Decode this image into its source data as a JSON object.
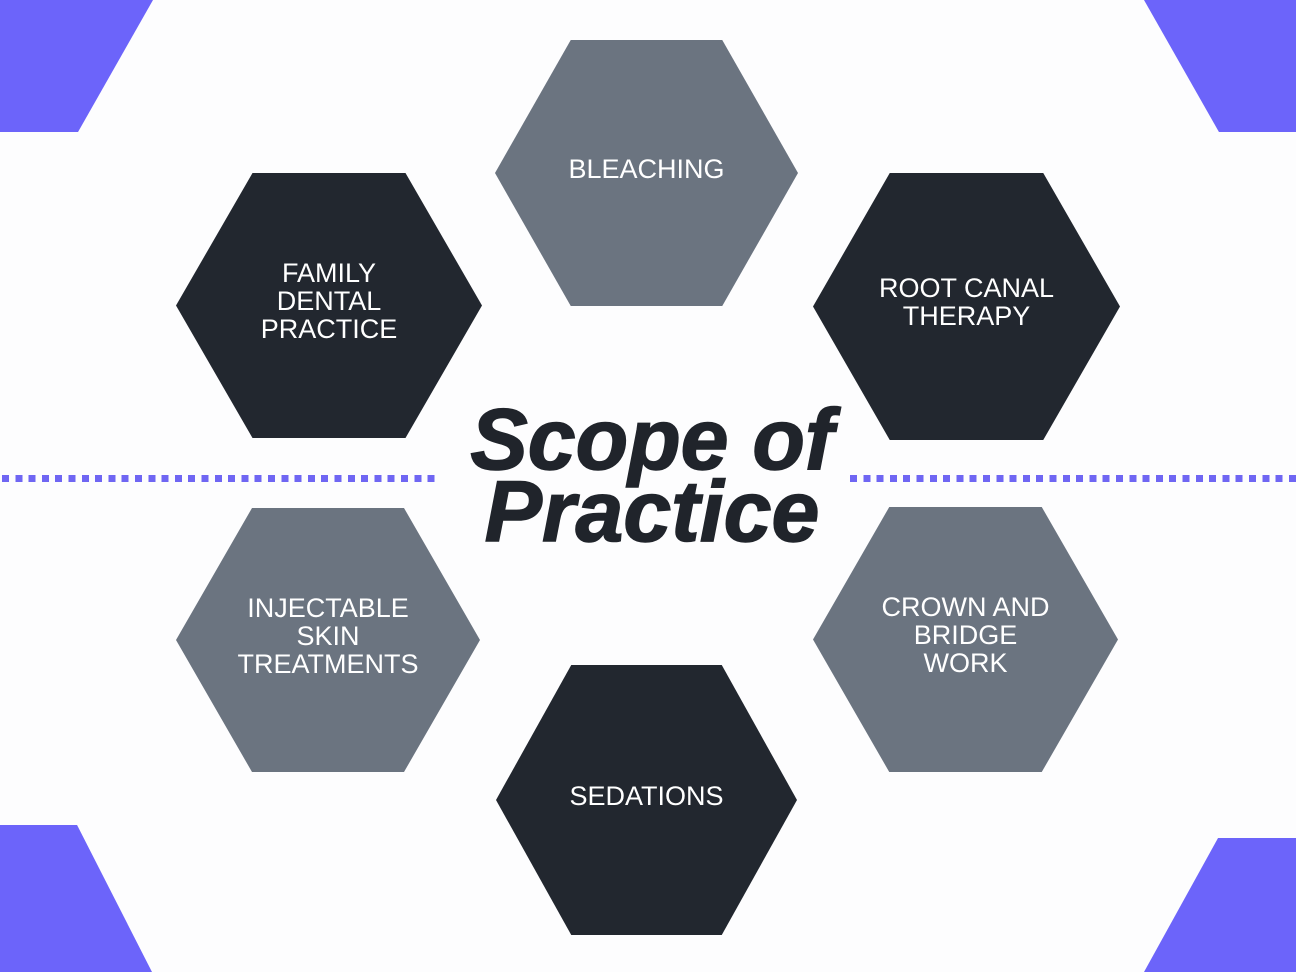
{
  "page": {
    "background": "#FDFDFE"
  },
  "title": {
    "line1": "Scope of",
    "line2": "Practice",
    "color": "#20242B"
  },
  "hexagons": [
    {
      "id": "bleaching",
      "variant": "gray",
      "label_lines": [
        "BLEACHING"
      ]
    },
    {
      "id": "family-dental-practice",
      "variant": "dark",
      "label_lines": [
        "FAMILY",
        "DENTAL",
        "PRACTICE"
      ]
    },
    {
      "id": "root-canal-therapy",
      "variant": "dark",
      "label_lines": [
        "ROOT CANAL",
        "THERAPY"
      ]
    },
    {
      "id": "injectable-skin-treatments",
      "variant": "gray",
      "label_lines": [
        "INJECTABLE",
        "SKIN",
        "TREATMENTS"
      ]
    },
    {
      "id": "crown-and-bridge-work",
      "variant": "gray",
      "label_lines": [
        "CROWN AND",
        "BRIDGE",
        "WORK"
      ]
    },
    {
      "id": "sedations",
      "variant": "dark",
      "label_lines": [
        "SEDATIONS"
      ]
    }
  ],
  "colors": {
    "hexagon_dark": "#22272F",
    "hexagon_gray": "#6B7480",
    "accent_purple": "#6C64FA",
    "dotted_line_purple": "#6F66F3",
    "label_text": "#FFFFFF",
    "title_text": "#20242B"
  }
}
